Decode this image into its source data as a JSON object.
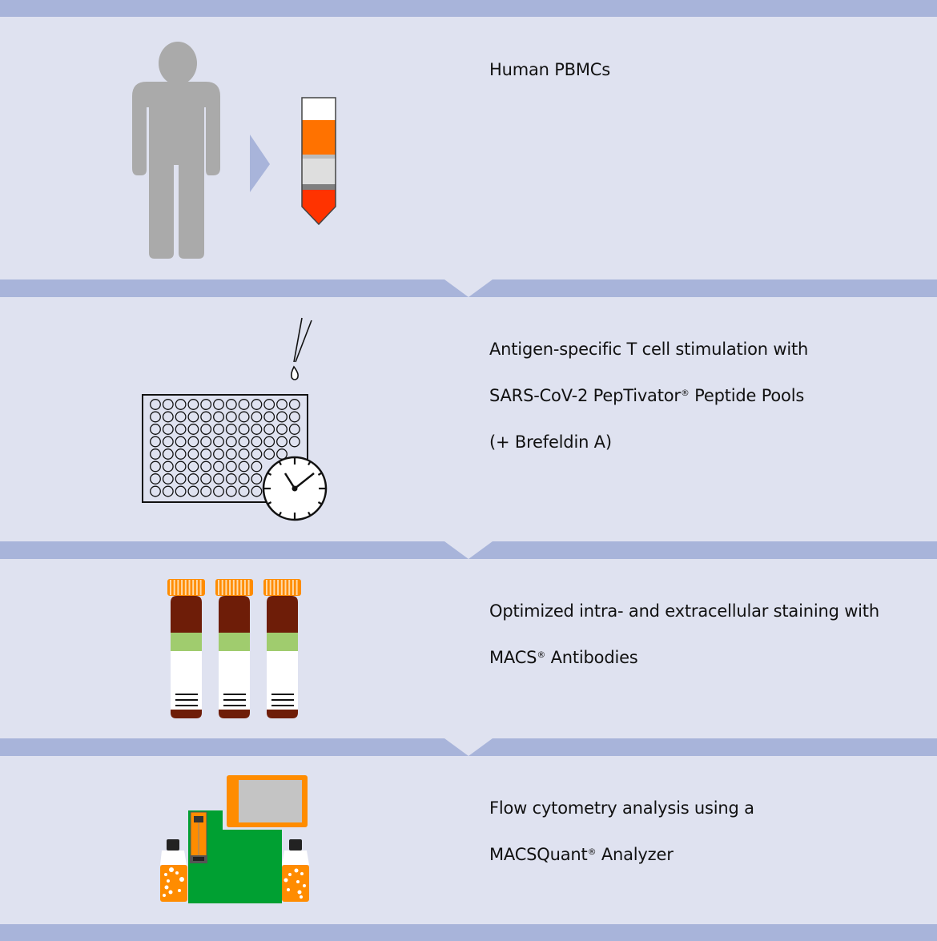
{
  "steps": [
    {
      "id": 1,
      "text": "Human PBMCs",
      "illustration": "person-to-tube-icon"
    },
    {
      "id": 2,
      "text_line1": "Antigen-specific T cell stimulation with",
      "text_line2_a": "SARS-CoV-2 PepTivator",
      "text_line2_b": " Peptide Pools",
      "text_line3": "(+ Brefeldin A)",
      "illustration": "well-plate-with-clock-icon"
    },
    {
      "id": 3,
      "text_line1": "Optimized intra- and extracellular staining with",
      "text_line2_a": "MACS",
      "text_line2_b": " Antibodies",
      "illustration": "antibody-vials-icon"
    },
    {
      "id": 4,
      "text_line1": "Flow cytometry analysis using a",
      "text_line2_a": "MACSQuant",
      "text_line2_b": " Analyzer",
      "illustration": "flow-cytometer-icon"
    }
  ],
  "registered_mark": "®",
  "colors": {
    "background": "#dfe2f0",
    "band": "#a8b4da",
    "person": "#aaaaaa",
    "orange": "#ff7200",
    "red": "#ff3300",
    "vial_brown": "#6e1d08",
    "vial_green": "#a0cc6e",
    "analyzer_green": "#00a032",
    "analyzer_orange": "#ff8c00"
  }
}
